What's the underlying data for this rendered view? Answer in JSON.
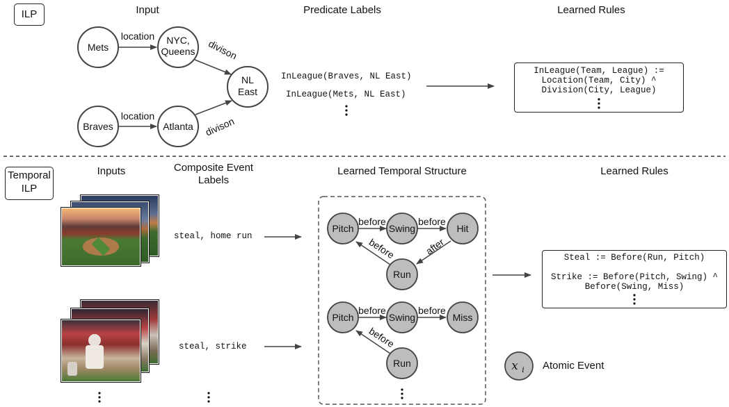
{
  "ilp": {
    "tag": "ILP",
    "headers": {
      "input": "Input",
      "predicate_labels": "Predicate Labels",
      "learned_rules": "Learned Rules"
    },
    "nodes": {
      "mets": "Mets",
      "nyc_l1": "NYC,",
      "nyc_l2": "Queens",
      "braves": "Braves",
      "atlanta": "Atlanta",
      "nl_l1": "NL",
      "nl_l2": "East"
    },
    "edges": {
      "location1": "location",
      "location2": "location",
      "division1": "divison",
      "division2": "divison"
    },
    "predicates": [
      "InLeague(Braves, NL East)",
      "InLeague(Mets, NL East)"
    ],
    "rule_lines": [
      "InLeague(Team, League) :=",
      "Location(Team, City) ^",
      "Division(City, League)"
    ]
  },
  "temporal": {
    "tag_l1": "Temporal",
    "tag_l2": "ILP",
    "headers": {
      "inputs": "Inputs",
      "composite_l1": "Composite Event",
      "composite_l2": "Labels",
      "structure": "Learned Temporal Structure",
      "learned_rules": "Learned Rules"
    },
    "labels": [
      "steal, home run",
      "steal, strike"
    ],
    "graph1": {
      "pitch": "Pitch",
      "swing": "Swing",
      "hit": "Hit",
      "run": "Run",
      "e1": "before",
      "e2": "before",
      "e3": "before",
      "e4": "after"
    },
    "graph2": {
      "pitch": "Pitch",
      "swing": "Swing",
      "miss": "Miss",
      "run": "Run",
      "e1": "before",
      "e2": "before",
      "e3": "before"
    },
    "rule_lines": [
      "Steal := Before(Run, Pitch)",
      "Strike := Before(Pitch, Swing) ^",
      "Before(Swing, Miss)"
    ],
    "legend": {
      "symbol": "x",
      "subscript": "i",
      "label": "Atomic Event"
    }
  },
  "colors": {
    "node_fill_temporal": "#bdbdbd",
    "stroke": "#333333"
  }
}
